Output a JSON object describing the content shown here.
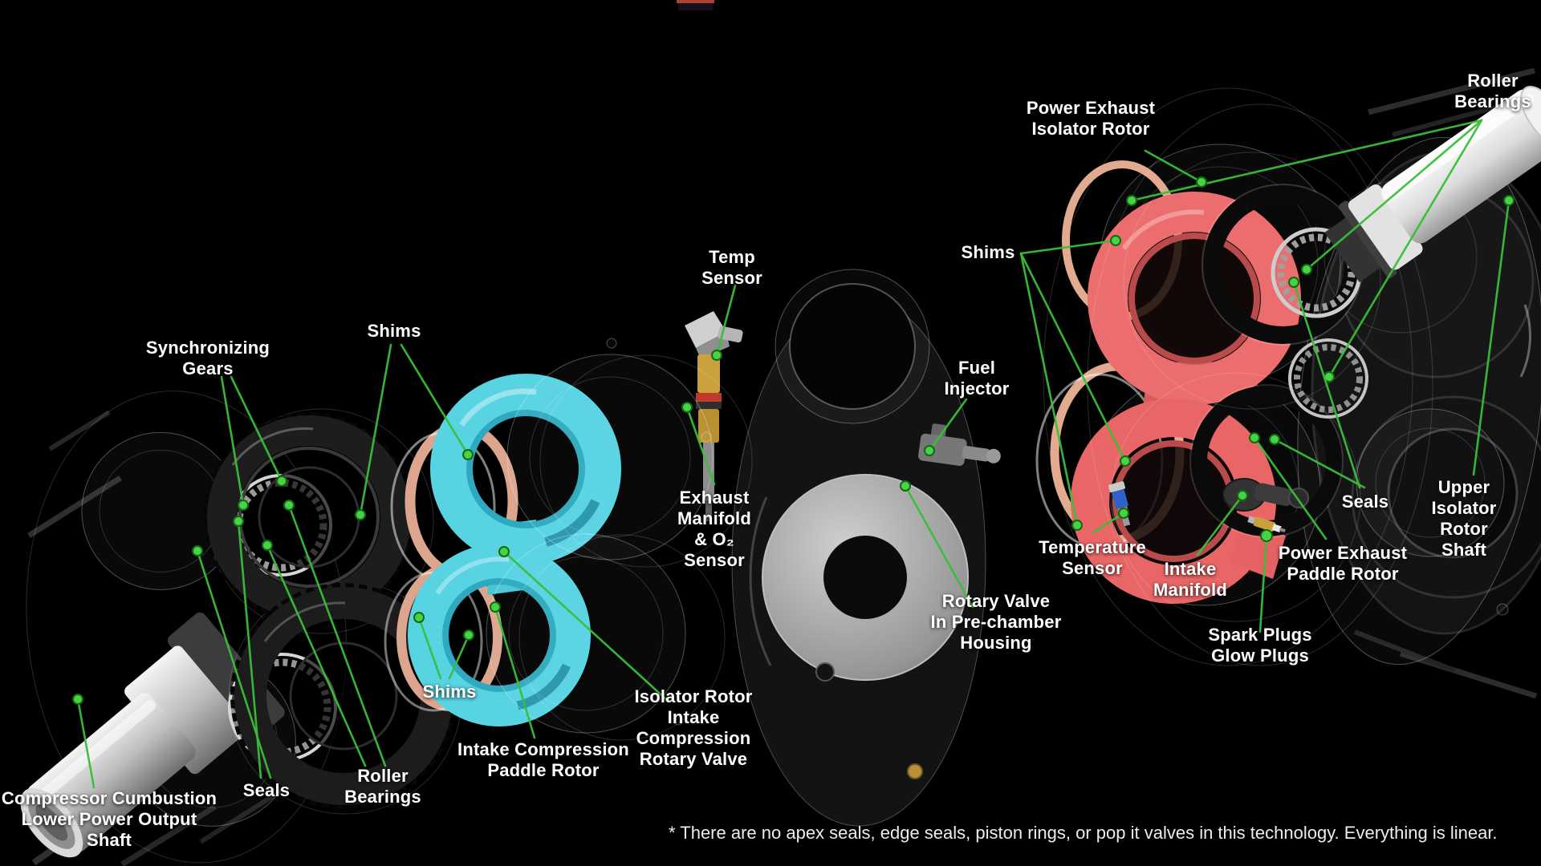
{
  "page": {
    "title": "Rotary engine exploded-view diagram",
    "background": "#000000"
  },
  "colors": {
    "label_text": "#ffffff",
    "leader_green": "#38bf38",
    "intake_rotor_cyan": "#57d3e2",
    "power_rotor_red": "#ec6d6d",
    "shim_copper": "#dca68e",
    "metal_silver": "#d9d9d9",
    "logo_red": "#a84434"
  },
  "labels": [
    {
      "id": "roller-bearings-top",
      "text": "Roller\nBearings"
    },
    {
      "id": "power-exhaust-isolator-rotor",
      "text": "Power Exhaust\nIsolator Rotor"
    },
    {
      "id": "shims-right",
      "text": "Shims"
    },
    {
      "id": "temp-sensor",
      "text": "Temp\nSensor"
    },
    {
      "id": "fuel-injector",
      "text": "Fuel\nInjector"
    },
    {
      "id": "synchronizing-gears",
      "text": "Synchronizing\nGears"
    },
    {
      "id": "shims-upper-left",
      "text": "Shims"
    },
    {
      "id": "exhaust-manifold-o2-sensor",
      "text": "Exhaust\nManifold\n& O₂\nSensor"
    },
    {
      "id": "upper-isolator-rotor-shaft",
      "text": "Upper Isolator\nRotor Shaft"
    },
    {
      "id": "seals-right",
      "text": "Seals"
    },
    {
      "id": "temperature-sensor",
      "text": "Temperature\nSensor"
    },
    {
      "id": "intake-manifold",
      "text": "Intake\nManifold"
    },
    {
      "id": "power-exhaust-paddle-rotor",
      "text": "Power Exhaust\nPaddle Rotor"
    },
    {
      "id": "spark-plugs-glow-plugs",
      "text": "Spark Plugs\nGlow Plugs"
    },
    {
      "id": "rotary-valve-prechamber-housing",
      "text": "Rotary Valve\nIn Pre-chamber\nHousing"
    },
    {
      "id": "isolator-rotor-intake-compression-valve",
      "text": "Isolator Rotor\nIntake\nCompression\nRotary Valve"
    },
    {
      "id": "intake-compression-paddle-rotor",
      "text": "Intake Compression\nPaddle Rotor"
    },
    {
      "id": "shims-lower-left",
      "text": "Shims"
    },
    {
      "id": "roller-bearings-lower-left",
      "text": "Roller\nBearings"
    },
    {
      "id": "seals-lower-left",
      "text": "Seals"
    },
    {
      "id": "compressor-combustion-output-shaft",
      "text": "Compressor Cumbustion\nLower Power Output\nShaft"
    }
  ],
  "footnote": {
    "text": "* There are no apex seals, edge seals, piston rings, or pop it valves in this technology. Everything is linear."
  }
}
